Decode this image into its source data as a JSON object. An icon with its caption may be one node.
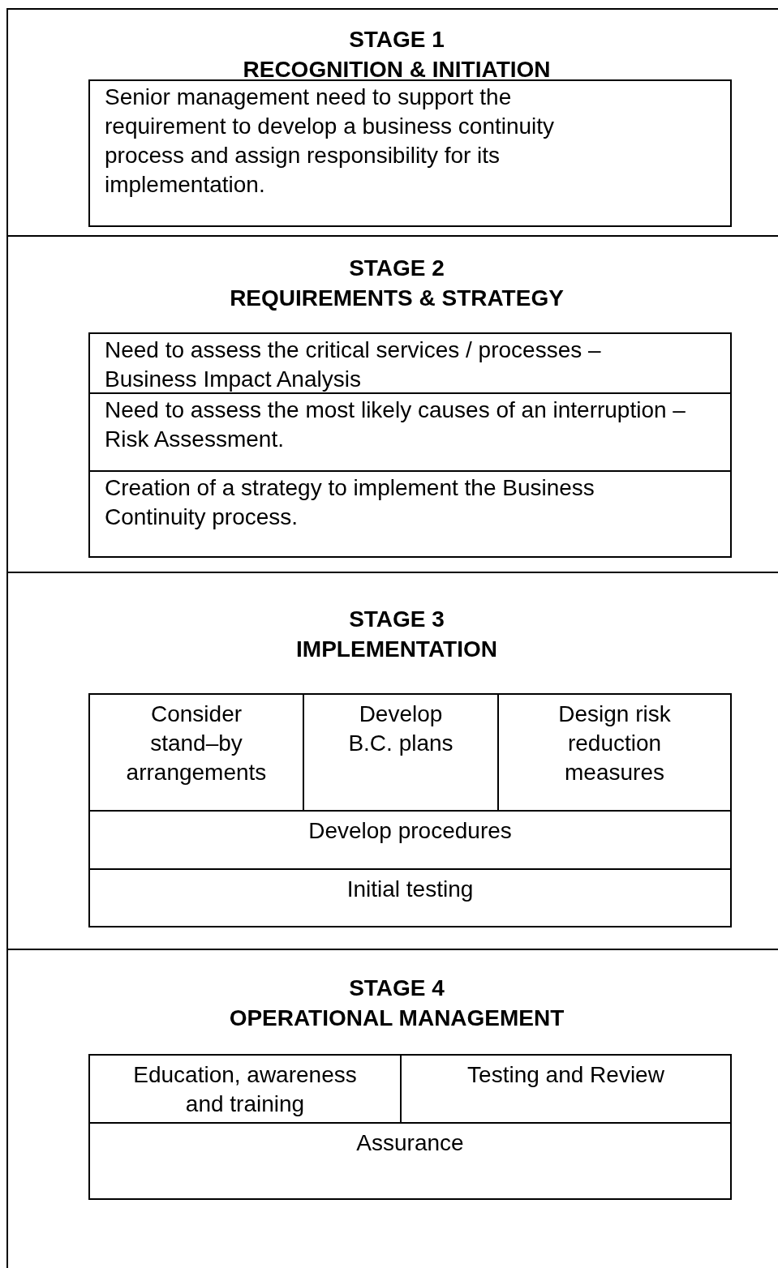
{
  "diagram": {
    "nodes": [
      {
        "text": [
          "STAGE 1 RECOGNITION & INITIATION"
        ]
      },
      {
        "text": [
          "Senior management need to support the requirement to develop a business continuity process and assign responsibility for its implementation."
        ],
        "in": 0
      },
      {
        "text": [
          "STAGE 2 REQUIREMENTS & STRATEGY"
        ]
      },
      {
        "text": [
          "Need to assess the critical services / processes – Business Impact Analysis"
        ],
        "in": 2
      },
      {
        "text": [
          "Need to assess the most likely causes of an interruption – Risk Assessment."
        ],
        "in": 2
      },
      {
        "text": [
          "Creation of a strategy to implement the Business Continuity process."
        ],
        "in": 2
      },
      {
        "text": [
          "STAGE 3 IMPLEMENTATION"
        ]
      },
      {
        "text": [
          "Consider stand–by arrangements"
        ],
        "in": 6
      },
      {
        "text": [
          "Develop B.C. plans"
        ],
        "in": 6
      },
      {
        "text": [
          "Design risk reduction measures"
        ],
        "in": 6
      },
      {
        "text": [
          "Develop procedures"
        ],
        "in": 6
      },
      {
        "text": [
          "Initial testing"
        ],
        "in": 6
      },
      {
        "text": [
          "STAGE 4 OPERATIONAL MANAGEMENT"
        ]
      },
      {
        "text": [
          "Education, awareness and training"
        ],
        "in": 12
      },
      {
        "text": [
          "Testing and Review"
        ],
        "in": 12
      },
      {
        "text": [
          "Assurance"
        ],
        "in": 12
      }
    ]
  }
}
